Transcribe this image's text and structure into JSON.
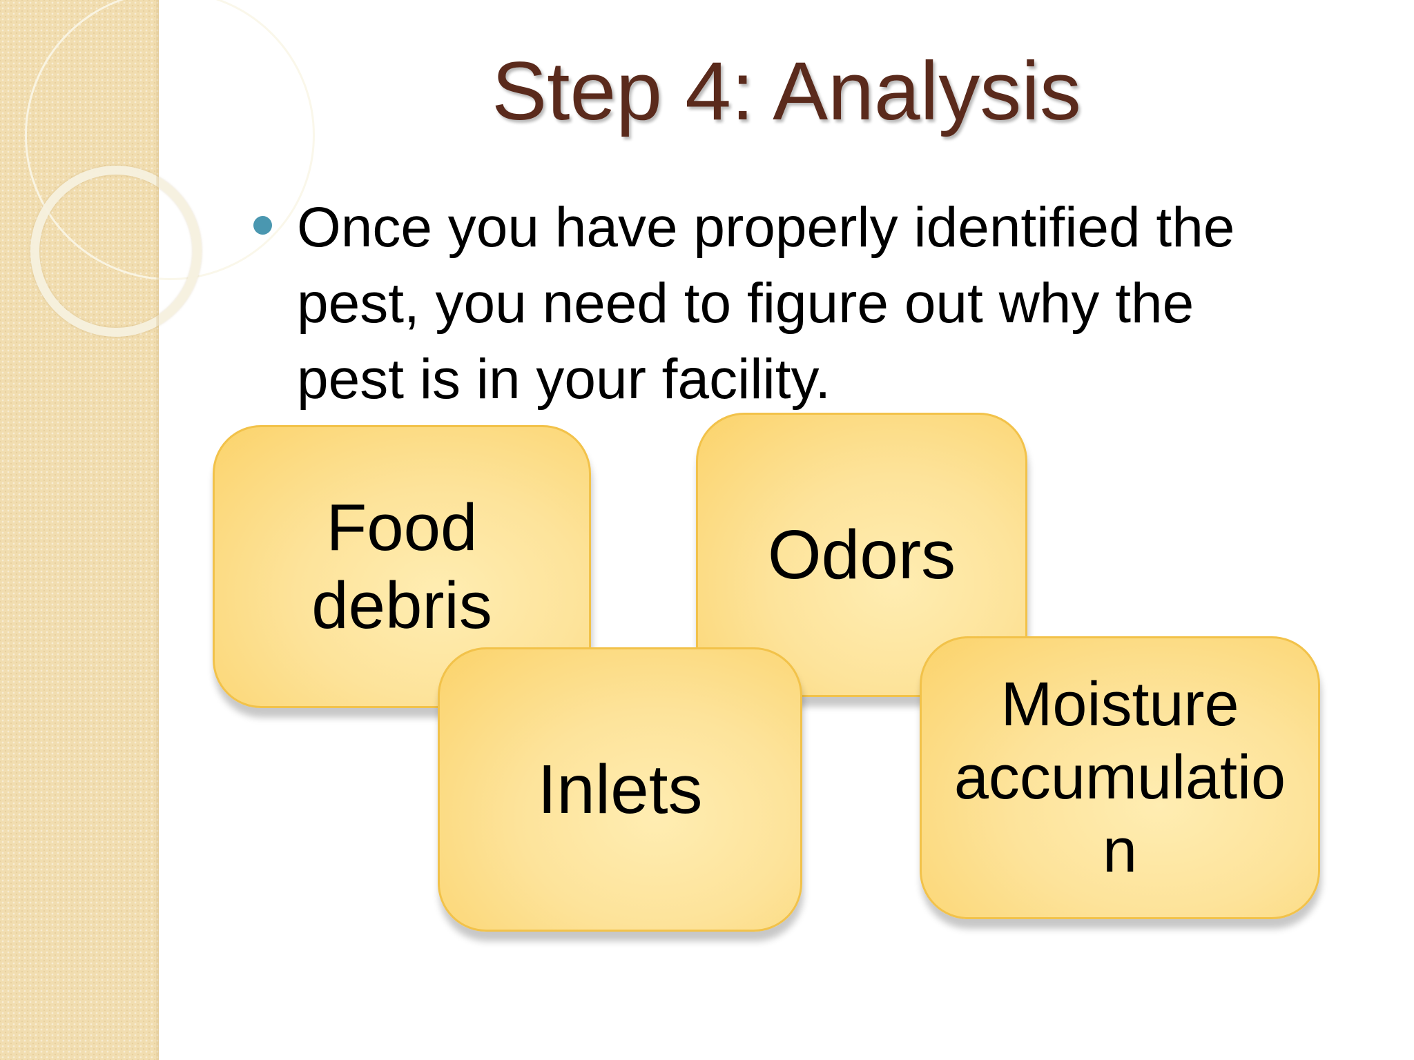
{
  "slide": {
    "title": "Step 4: Analysis",
    "bullet": {
      "lines": [
        "Once you have properly identified the",
        "pest, you need to figure out why the",
        "pest is in your facility."
      ]
    },
    "boxes": {
      "food": "Food\ndebris",
      "odors": "Odors",
      "inlets": "Inlets",
      "moisture": "Moisture\naccumulatio\nn"
    }
  },
  "colors": {
    "title": "#5a2a1c",
    "bullet_dot": "#4a97b0",
    "box_fill": "#fde39a",
    "box_border": "#f2c24a",
    "side_panel": "#f1ddb0"
  }
}
